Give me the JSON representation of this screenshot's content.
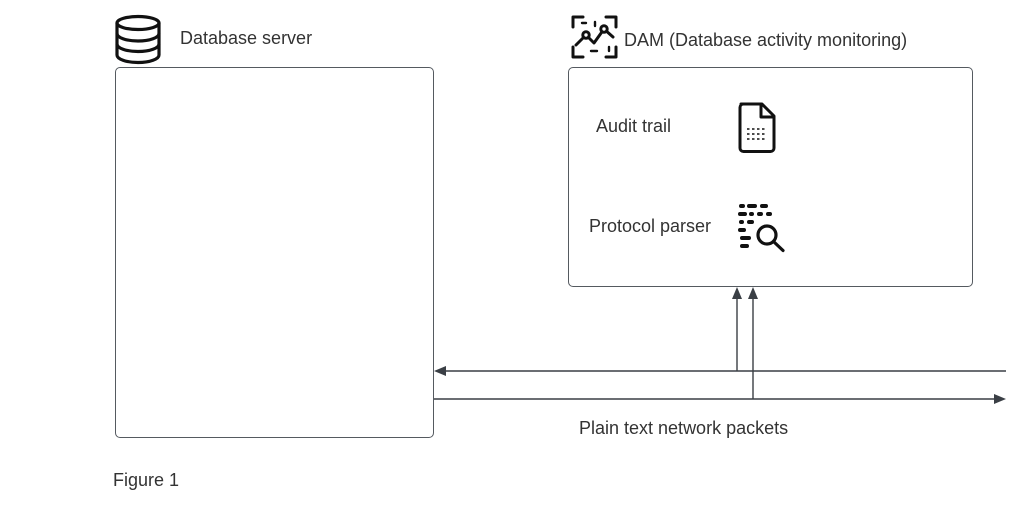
{
  "diagram": {
    "db_server": {
      "label": "Database server",
      "icon": "database-icon"
    },
    "dam": {
      "label": "DAM (Database activity monitoring)",
      "icon": "activity-monitoring-icon",
      "components": [
        {
          "label": "Audit trail",
          "icon": "document-icon"
        },
        {
          "label": "Protocol parser",
          "icon": "packet-search-icon"
        }
      ]
    },
    "network": {
      "label": "Plain text network packets"
    },
    "caption": "Figure 1"
  },
  "colors": {
    "stroke": "#3a3f45",
    "text": "#333333",
    "box_border": "#555a60"
  }
}
